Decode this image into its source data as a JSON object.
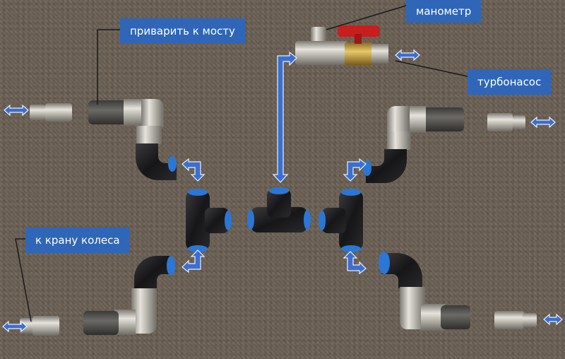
{
  "labels": {
    "weld_to_bridge": "приварить к мосту",
    "pressure_gauge": "манометр",
    "turbo_pump": "турбонасос",
    "to_wheel_valve": "к крану колеса"
  },
  "colors": {
    "label_bg": "#2f66b8",
    "arrow_blue": "#3b6fd0",
    "carpet": "#6a6055",
    "fitting_black": "#1c1c1e",
    "metal": "#c8c5bd",
    "valve_red": "#c81e1e",
    "brass": "#c9a44a"
  },
  "icons": [
    "double-arrow-icon",
    "bent-arrow-icon",
    "vertical-arrow-icon"
  ]
}
